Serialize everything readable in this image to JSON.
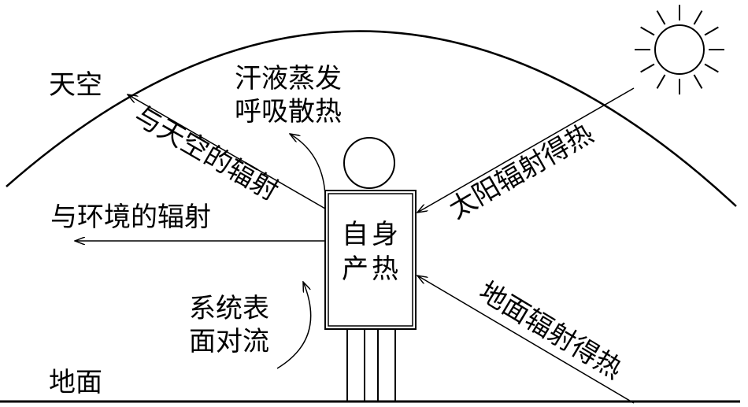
{
  "labels": {
    "sky": "天空",
    "ground": "地面",
    "evaporation_line1": "汗液蒸发",
    "evaporation_line2": "呼吸散热",
    "sky_radiation": "与天空的辐射",
    "env_radiation": "与环境的辐射",
    "solar_gain": "太阳辐射得热",
    "ground_gain": "地面辐射得热",
    "body_line1": "自身",
    "body_line2": "产热",
    "convection_line1": "系统表",
    "convection_line2": "面对流"
  },
  "colors": {
    "stroke": "#000000",
    "background": "#ffffff"
  }
}
